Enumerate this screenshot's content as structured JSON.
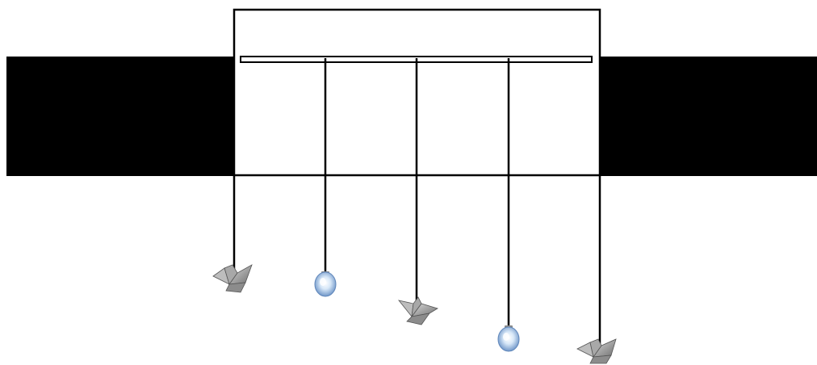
{
  "scene": {
    "colors": {
      "background": "#ffffff",
      "band": "#000000",
      "frame_stroke": "#000000",
      "string": "#000000",
      "bulb_glass": "#cfe3f7",
      "bulb_core": "#7fa6d6",
      "bulb_cap": "#8a8a8a",
      "crane_paper": "#9a9a9a"
    },
    "hanging_items": [
      {
        "kind": "paper-crane",
        "icon": "paper-crane-icon"
      },
      {
        "kind": "light-bulb",
        "icon": "light-bulb-icon"
      },
      {
        "kind": "paper-crane",
        "icon": "paper-crane-icon"
      },
      {
        "kind": "light-bulb",
        "icon": "light-bulb-icon"
      },
      {
        "kind": "paper-crane",
        "icon": "paper-crane-icon"
      }
    ]
  }
}
